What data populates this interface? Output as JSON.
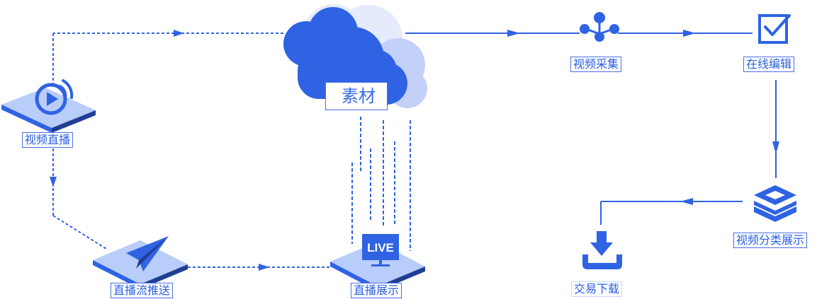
{
  "colors": {
    "primary": "#2f63e3",
    "light": "#b9cdfa",
    "dark": "#1f3f94",
    "cloud_mid": "#c3d1f8",
    "cloud_light": "#e5ebfc",
    "label_text": "#2a5fe3"
  },
  "center": {
    "label": "素材"
  },
  "nodes": {
    "live": {
      "label": "视频直播",
      "icon": "live-broadcast-icon"
    },
    "push": {
      "label": "直播流推送",
      "icon": "paper-plane-icon"
    },
    "show": {
      "label": "直播展示",
      "icon": "live-screen-icon",
      "icon_text": "LIVE"
    },
    "collect": {
      "label": "视频采集",
      "icon": "network-nodes-icon"
    },
    "edit": {
      "label": "在线编辑",
      "icon": "edit-check-icon"
    },
    "classify": {
      "label": "视频分类展示",
      "icon": "layers-icon"
    },
    "download": {
      "label": "交易下载",
      "icon": "download-icon"
    }
  }
}
